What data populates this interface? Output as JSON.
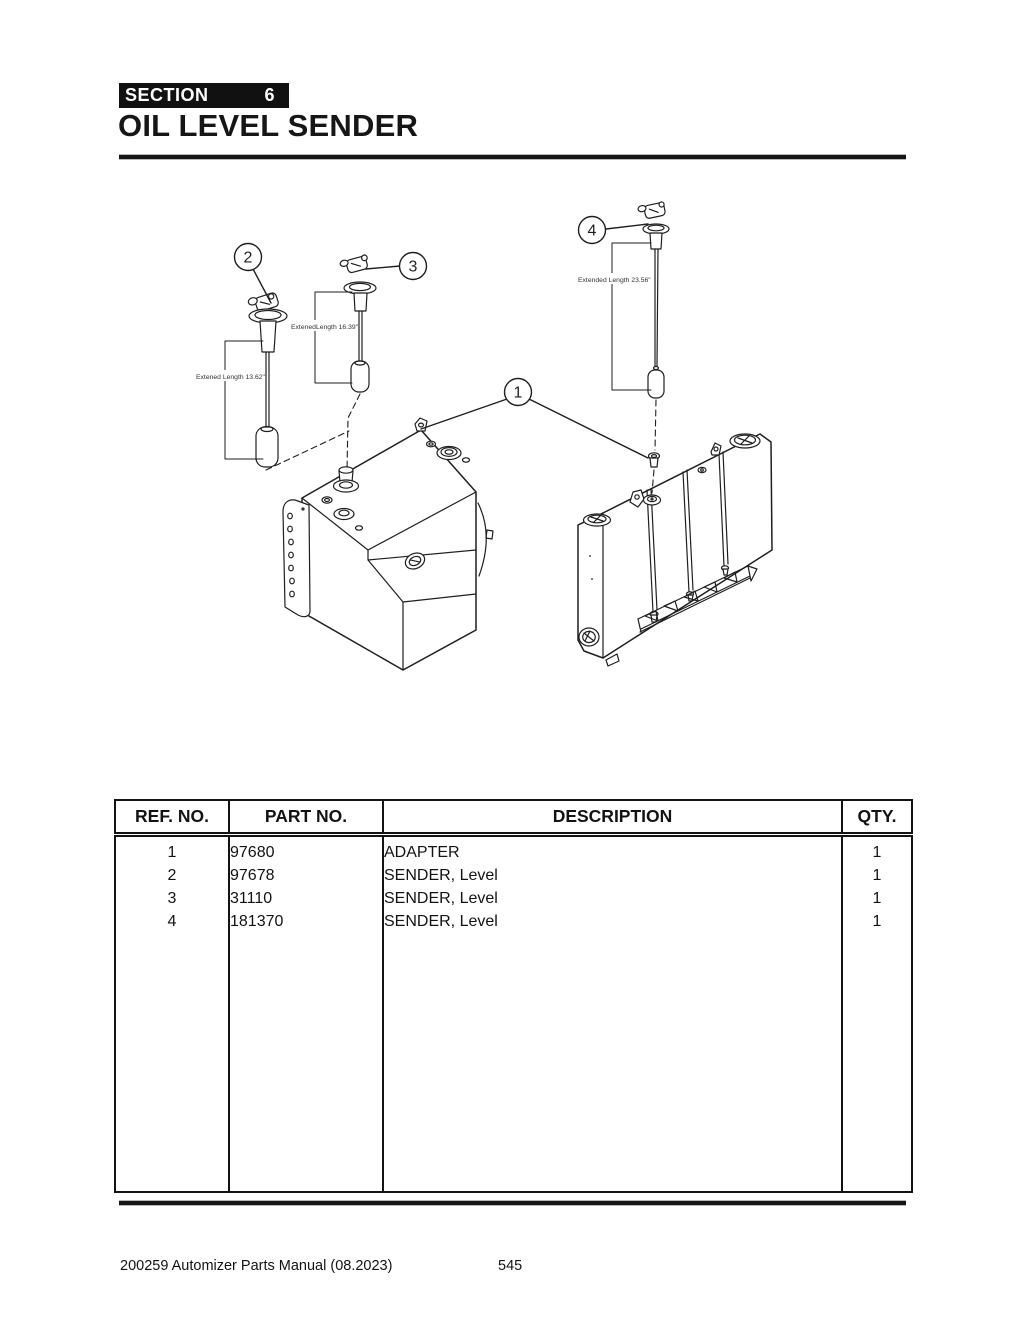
{
  "header": {
    "section_label": "SECTION",
    "section_number": "6",
    "title": "OIL LEVEL SENDER"
  },
  "diagram": {
    "callouts": [
      {
        "ref": "1"
      },
      {
        "ref": "2"
      },
      {
        "ref": "3"
      },
      {
        "ref": "4"
      }
    ],
    "dimension_labels": [
      {
        "for_ref": "2",
        "text": "Extened Length 13.62\""
      },
      {
        "for_ref": "3",
        "text": "ExtenedLength 16.39\""
      },
      {
        "for_ref": "4",
        "text": "Extended Length 23.56\""
      }
    ]
  },
  "table": {
    "headers": [
      "REF. NO.",
      "PART NO.",
      "DESCRIPTION",
      "QTY."
    ],
    "rows": [
      {
        "ref_no": "1",
        "part_no": "97680",
        "description": "ADAPTER",
        "qty": "1"
      },
      {
        "ref_no": "2",
        "part_no": "97678",
        "description": "SENDER, Level",
        "qty": "1"
      },
      {
        "ref_no": "3",
        "part_no": "31110",
        "description": "SENDER, Level",
        "qty": "1"
      },
      {
        "ref_no": "4",
        "part_no": "181370",
        "description": "SENDER, Level",
        "qty": "1"
      }
    ]
  },
  "footer": {
    "manual": "200259 Automizer Parts Manual (08.2023)",
    "page_number": "545"
  },
  "colors": {
    "ink": "#1f1f1f",
    "paper": "#ffffff"
  }
}
